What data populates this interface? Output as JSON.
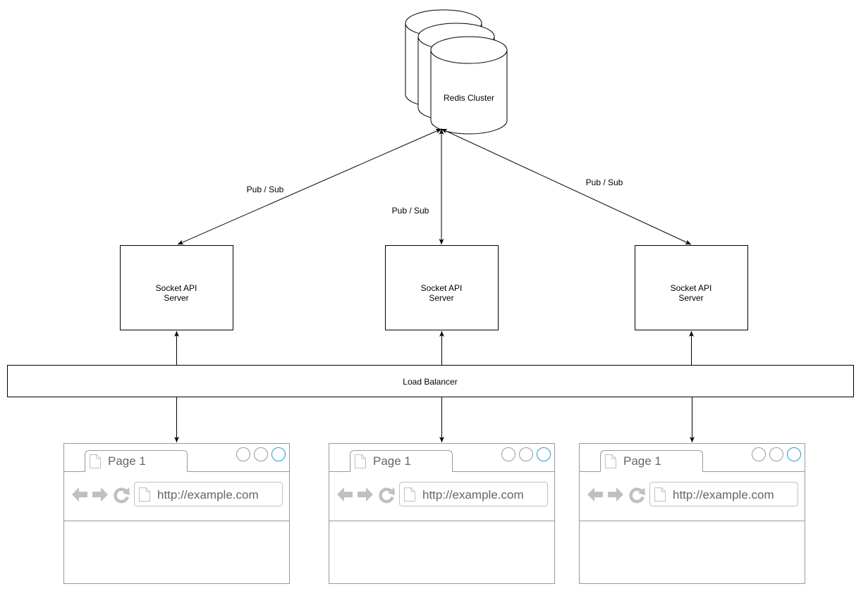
{
  "redis": {
    "label": "Redis Cluster"
  },
  "links": {
    "left_label": "Pub / Sub",
    "middle_label": "Pub / Sub",
    "right_label": "Pub / Sub"
  },
  "servers": [
    {
      "line1": "Socket API",
      "line2": "Server"
    },
    {
      "line1": "Socket API",
      "line2": "Server"
    },
    {
      "line1": "Socket API",
      "line2": "Server"
    }
  ],
  "load_balancer": {
    "label": "Load Balancer"
  },
  "browsers": [
    {
      "tab_title": "Page 1",
      "url": "http://example.com"
    },
    {
      "tab_title": "Page 1",
      "url": "http://example.com"
    },
    {
      "tab_title": "Page 1",
      "url": "http://example.com"
    }
  ],
  "colors": {
    "stroke": "#000000",
    "browser_frame": "#999999",
    "browser_icon": "#c0c0c0",
    "accent_circle": "#1e9bd7",
    "text_gray": "#666666"
  }
}
